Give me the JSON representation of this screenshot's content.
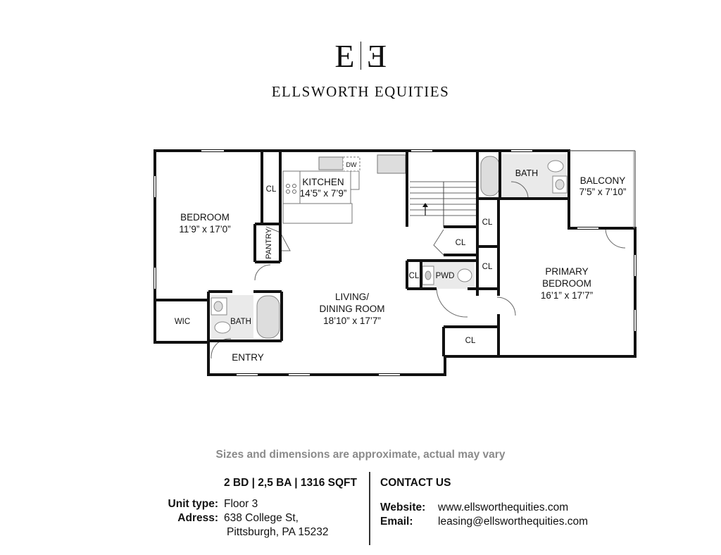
{
  "brand": {
    "logo_mark": "E|E",
    "name": "ELLSWORTH EQUITIES"
  },
  "floorplan": {
    "rooms": {
      "bedroom": {
        "name": "BEDROOM",
        "size": "11’9” x 17’0”"
      },
      "kitchen": {
        "name": "KITCHEN",
        "size": "14’5” x 7’9”"
      },
      "bath_top": {
        "name": "BATH"
      },
      "balcony": {
        "name": "BALCONY",
        "size": "7’5” x 7’10”"
      },
      "living": {
        "name_line1": "LIVING/",
        "name_line2": "DINING ROOM",
        "size": "18’10” x 17’7”"
      },
      "primary": {
        "name_line1": "PRIMARY",
        "name_line2": "BEDROOM",
        "size": "16’1” x 17’7”"
      },
      "pantry": {
        "name": "PANTRY"
      },
      "wic": {
        "name": "WIC"
      },
      "bath_left": {
        "name": "BATH"
      },
      "pwd": {
        "name": "PWD"
      },
      "entry": {
        "name": "ENTRY"
      },
      "dw": {
        "name": "DW"
      }
    },
    "closets": {
      "cl_bedroom": "CL",
      "cl_stair1": "CL",
      "cl_stair2": "CL",
      "cl_pwd_left": "CL",
      "cl_pwd_right": "CL",
      "cl_bottom": "CL"
    }
  },
  "disclaimer": "Sizes and dimensions are approximate, actual may vary",
  "unit": {
    "summary": "2 BD | 2,5 BA | 1316 SQFT",
    "type_label": "Unit type:",
    "type_value": "Floor 3",
    "address_label": "Adress:",
    "address_line1": "638 College St,",
    "address_line2": "Pittsburgh, PA 15232"
  },
  "contact": {
    "heading": "CONTACT US",
    "website_label": "Website:",
    "website_value": "www.ellsworthequities.com",
    "email_label": "Email:",
    "email_value": "leasing@ellsworthequities.com"
  }
}
